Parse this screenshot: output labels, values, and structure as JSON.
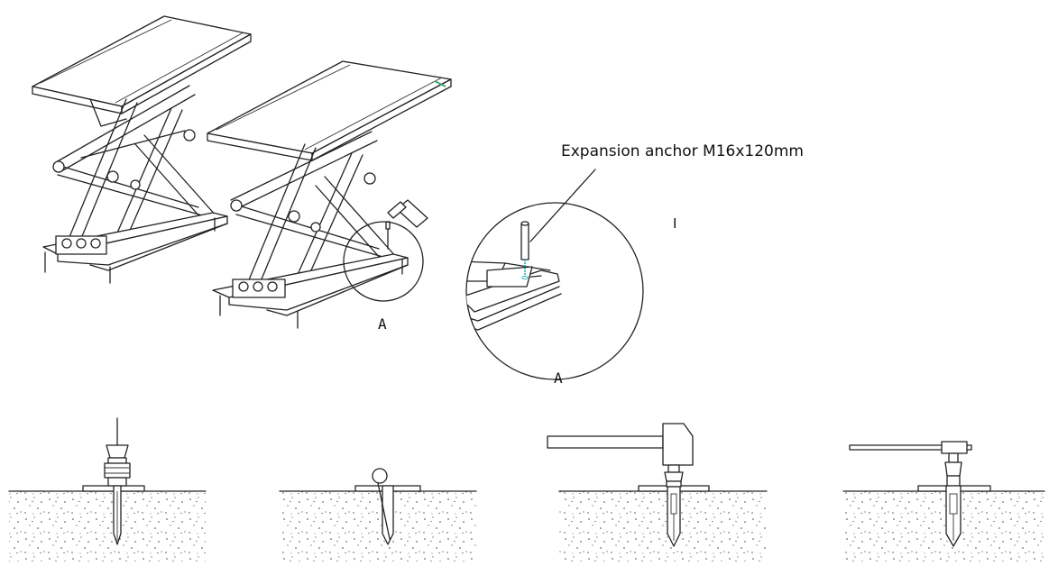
{
  "callout": {
    "anchor_text": "Expansion anchor M16x120mm",
    "detail_letter_main": "A",
    "detail_letter_zoom": "A",
    "stray_mark": "I"
  },
  "colors": {
    "line": "#222222",
    "anchor_highlight": "#1fb5b0",
    "background": "#ffffff"
  },
  "steps": [
    {
      "id": "step-1",
      "tool": "drill-icon"
    },
    {
      "id": "step-2",
      "tool": "blow-out-icon"
    },
    {
      "id": "step-3",
      "tool": "hammer-icon"
    },
    {
      "id": "step-4",
      "tool": "wrench-icon"
    }
  ]
}
